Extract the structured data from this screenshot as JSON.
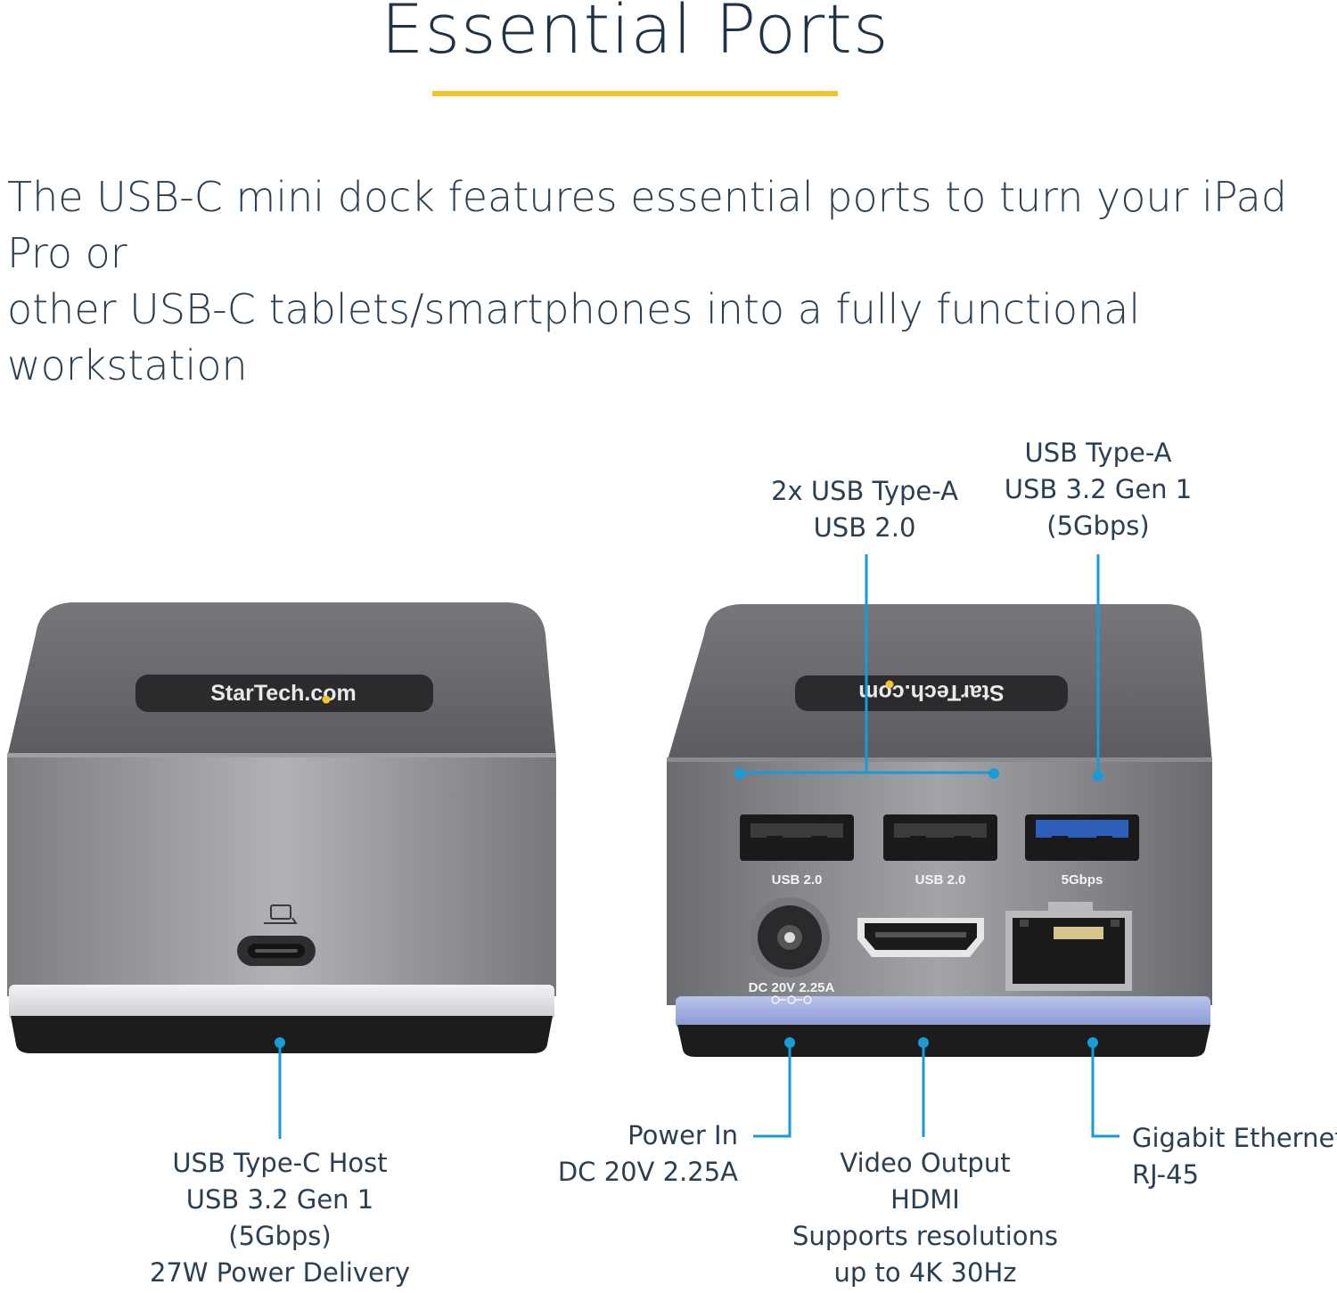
{
  "heading": {
    "title": "Essential Ports"
  },
  "description": {
    "line1": "The USB-C mini dock features essential ports to turn your iPad Pro or",
    "line2": "other USB-C tablets/smartphones into a fully functional workstation"
  },
  "brand": {
    "logo_text": "StarTech.com"
  },
  "device_labels": {
    "usb2_a": "USB 2.0",
    "usb2_b": "USB 2.0",
    "usb3": "5Gbps",
    "dc_rating": "DC 20V 2.25A"
  },
  "callouts": {
    "usb_a_2x": {
      "line1": "2x USB Type-A",
      "line2": "USB 2.0"
    },
    "usb_a_32": {
      "line1": "USB Type-A",
      "line2": "USB 3.2 Gen 1",
      "line3": "(5Gbps)"
    },
    "usb_c_host": {
      "line1": "USB Type-C Host",
      "line2": "USB 3.2 Gen 1",
      "line3": "(5Gbps)",
      "line4": "27W Power Delivery"
    },
    "power_in": {
      "line1": "Power In",
      "line2": "DC 20V 2.25A"
    },
    "video_output": {
      "line1": "Video Output",
      "line2": "HDMI",
      "line3": "Supports resolutions",
      "line4": "up to 4K 30Hz"
    },
    "ethernet": {
      "line1": "Gigabit Ethernet",
      "line2": "RJ-45"
    }
  },
  "colors": {
    "accent_yellow": "#f2c52e",
    "callout_blue": "#1a9ad6",
    "heading_text": "#1f3348",
    "dock_body": "#8e8f93",
    "dock_base": "#1c1c1d"
  }
}
